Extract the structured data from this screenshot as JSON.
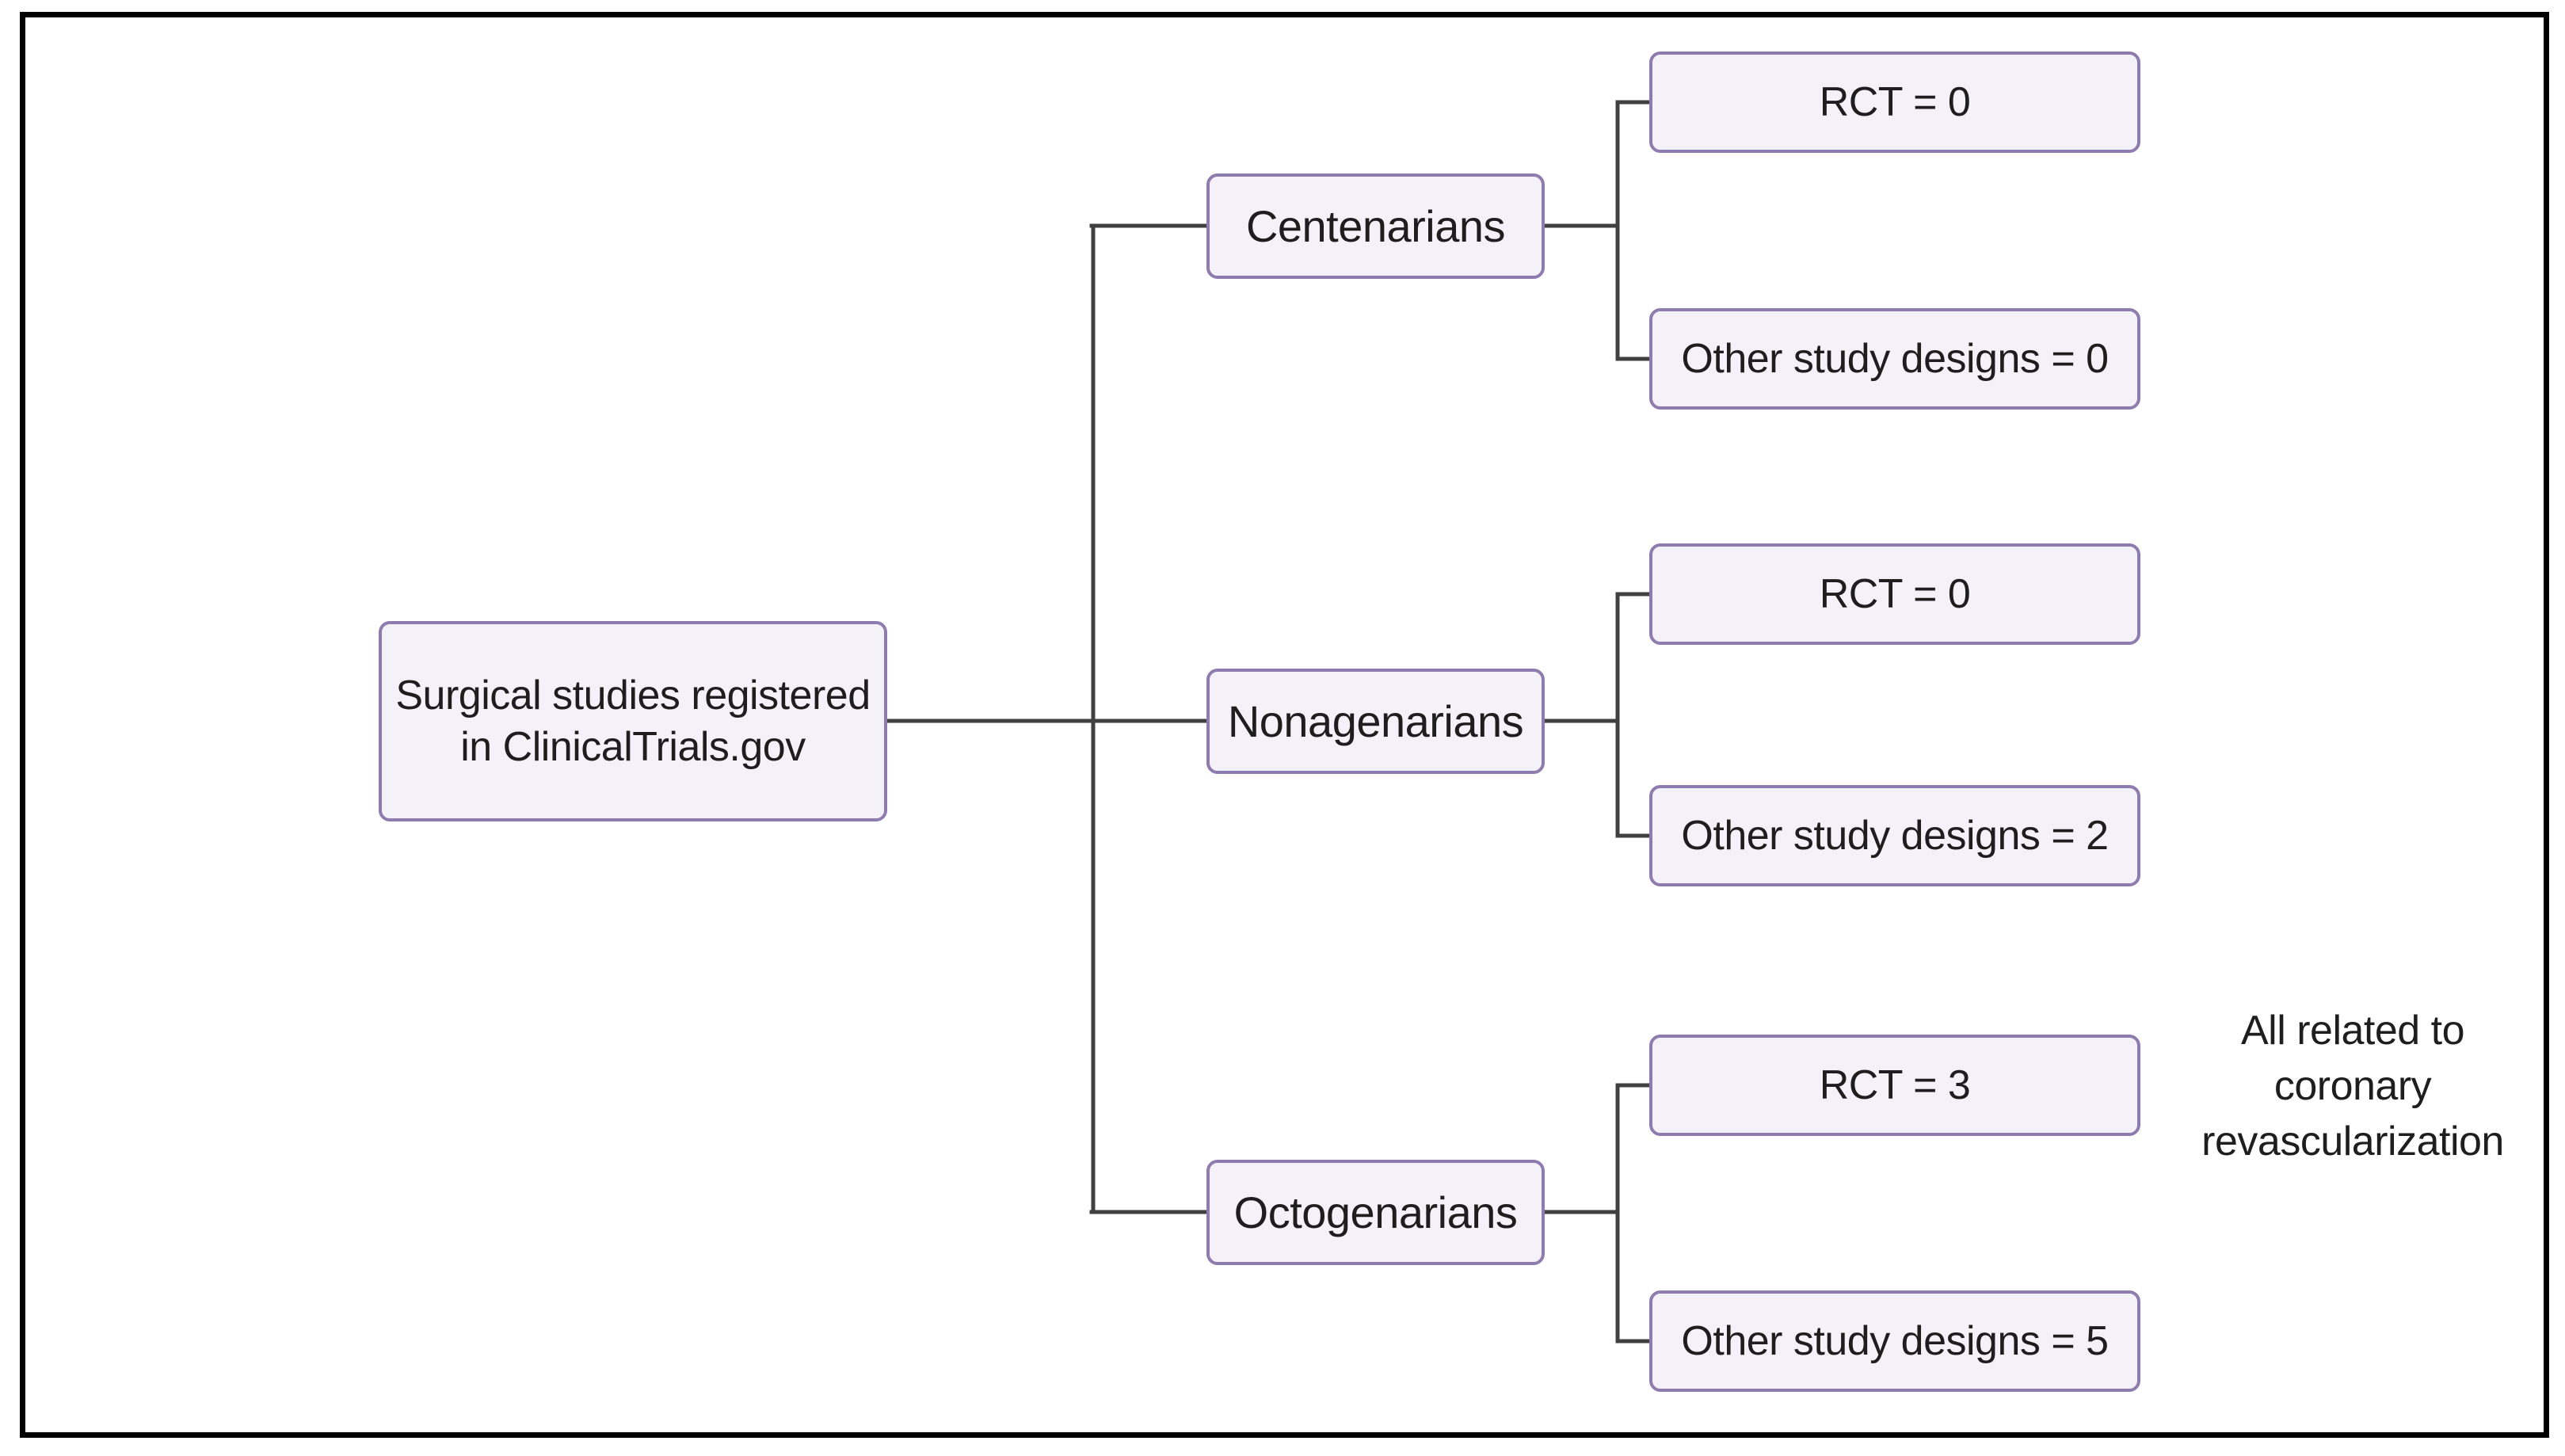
{
  "diagram": {
    "root": {
      "lines": [
        "Surgical studies registered",
        "in ClinicalTrials.gov"
      ]
    },
    "branches": [
      {
        "label": "Centenarians",
        "children": [
          {
            "label": "RCT = 0"
          },
          {
            "label": "Other study designs = 0"
          }
        ]
      },
      {
        "label": "Nonagenarians",
        "children": [
          {
            "label": "RCT = 0"
          },
          {
            "label": "Other study designs = 2"
          }
        ]
      },
      {
        "label": "Octogenarians",
        "children": [
          {
            "label": "RCT = 3"
          },
          {
            "label": "Other study designs = 5"
          }
        ]
      }
    ],
    "annotation": "All related to coronary revascularization",
    "colors": {
      "box_fill": "#f5f1f8",
      "box_border": "#8e7cae",
      "connector": "#404040",
      "frame": "#000000",
      "text": "#1e1e1e"
    }
  }
}
